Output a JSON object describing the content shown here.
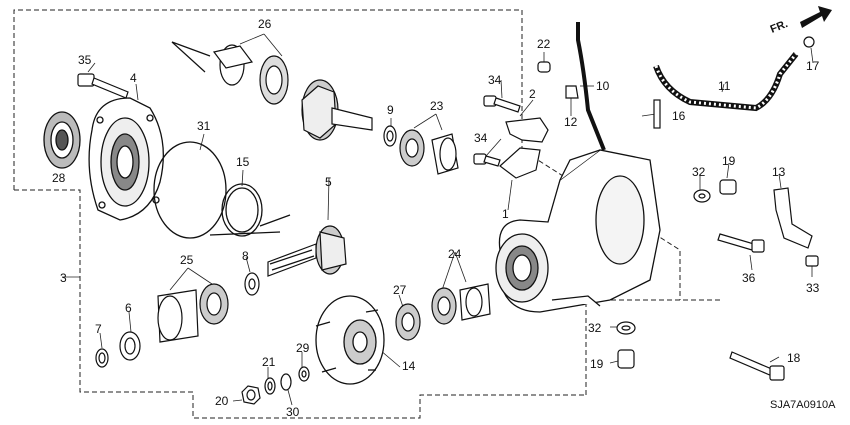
{
  "diagram": {
    "direction_label": "FR.",
    "figure_code": "SJA7A0910A",
    "callouts": [
      "1",
      "2",
      "3",
      "4",
      "5",
      "6",
      "7",
      "8",
      "9",
      "10",
      "11",
      "12",
      "13",
      "14",
      "15",
      "16",
      "17",
      "18",
      "19",
      "19",
      "20",
      "21",
      "22",
      "23",
      "24",
      "25",
      "26",
      "27",
      "28",
      "29",
      "30",
      "31",
      "32",
      "32",
      "33",
      "34",
      "34",
      "35",
      "36"
    ]
  }
}
